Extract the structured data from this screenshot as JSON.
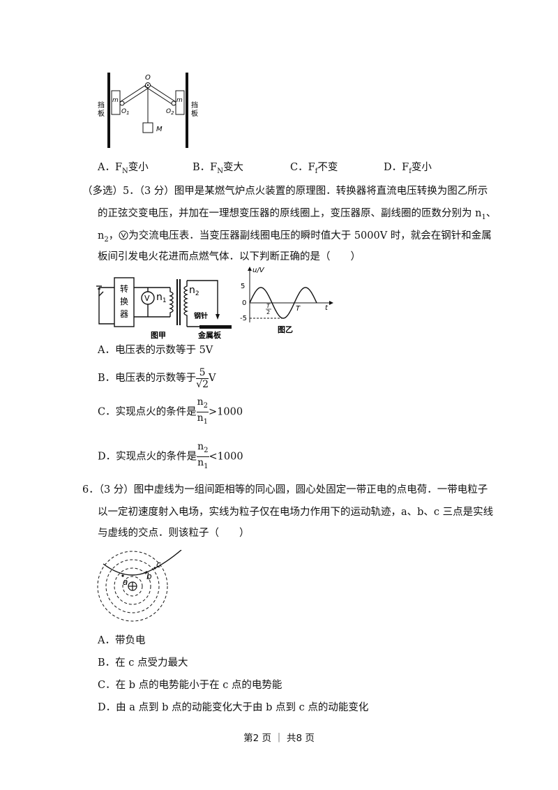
{
  "q4": {
    "figure": {
      "label_o": "O",
      "label_o1": "O",
      "label_o1_sub": "1",
      "label_o2": "O",
      "label_o2_sub": "2",
      "label_m_left": "m",
      "label_m_right": "m",
      "label_M": "M",
      "wall_left_1": "挡",
      "wall_left_2": "板",
      "wall_right_1": "挡",
      "wall_right_2": "板"
    },
    "options": [
      {
        "key": "A．",
        "pre": "F",
        "sub": "N",
        "post": "变小"
      },
      {
        "key": "B．",
        "pre": "F",
        "sub": "N",
        "post": "变大"
      },
      {
        "key": "C．",
        "pre": "F",
        "sub": "f",
        "post": "不变"
      },
      {
        "key": "D．",
        "pre": "F",
        "sub": "f",
        "post": "变小"
      }
    ]
  },
  "q5": {
    "stem_l1": "（多选）5．（3 分）图甲是某燃气炉点火装置的原理图．转换器将直流电压转换为图乙所示",
    "stem_l2a": "的正弦交变电压，并加在一理想变压器的原线圈上，变压器原、副线圈的匝数分别为 n",
    "stem_l2_sub": "1",
    "stem_l2b": "、",
    "stem_l3a": "n",
    "stem_l3_sub": "2",
    "stem_l3b": "，",
    "stem_l3c": "为交流电压表．当变压器副线圈电压的瞬时值大于 5000V 时，就会在钢针和金属",
    "stem_l4": "板间引发电火花进而点燃气体．以下判断正确的是（　　）",
    "fig_a": {
      "converter_1": "转",
      "converter_2": "换",
      "converter_3": "器",
      "meter": "V",
      "n1": "n",
      "n1_sub": "1",
      "n2": "n",
      "n2_sub": "2",
      "needle": "钢针",
      "plate": "金属板",
      "caption": "图甲"
    },
    "fig_b": {
      "y_label": "u/V",
      "y_max": "5",
      "y_zero": "0",
      "y_min": "-5",
      "t_half_num": "T",
      "t_half_den": "2",
      "t_full": "T",
      "t_axis": "t",
      "caption": "图乙"
    },
    "opt_a": "A．电压表的示数等于 5V",
    "opt_b_pre": "B．电压表的示数等于",
    "opt_b_num": "5",
    "opt_b_den": "√2",
    "opt_b_unit": "V",
    "opt_c_pre": "C．实现点火的条件是",
    "opt_c_num": "n",
    "opt_c_num_sub": "2",
    "opt_c_den": "n",
    "opt_c_den_sub": "1",
    "opt_c_post": ">1000",
    "opt_d_pre": "D．实现点火的条件是",
    "opt_d_num": "n",
    "opt_d_num_sub": "2",
    "opt_d_den": "n",
    "opt_d_den_sub": "1",
    "opt_d_post": "<1000"
  },
  "q6": {
    "stem_l1": "6．（3 分）图中虚线为一组间距相等的同心圆，圆心处固定一带正电的点电荷．一带电粒子",
    "stem_l2": "以一定初速度射入电场，实线为粒子仅在电场力作用下的运动轨迹，a、b、c 三点是实线",
    "stem_l3": "与虚线的交点．则该粒子（　　）",
    "fig": {
      "a": "a",
      "b": "b",
      "c": "c"
    },
    "opt_a": "A．带负电",
    "opt_b": "B．在 c 点受力最大",
    "opt_c": "C．在 b 点的电势能小于在 c 点的电势能",
    "opt_d": "D．由 a 点到 b 点的动能变化大于由 b 点到 c 点的动能变化"
  },
  "footer": "第2 页 ｜ 共8 页"
}
